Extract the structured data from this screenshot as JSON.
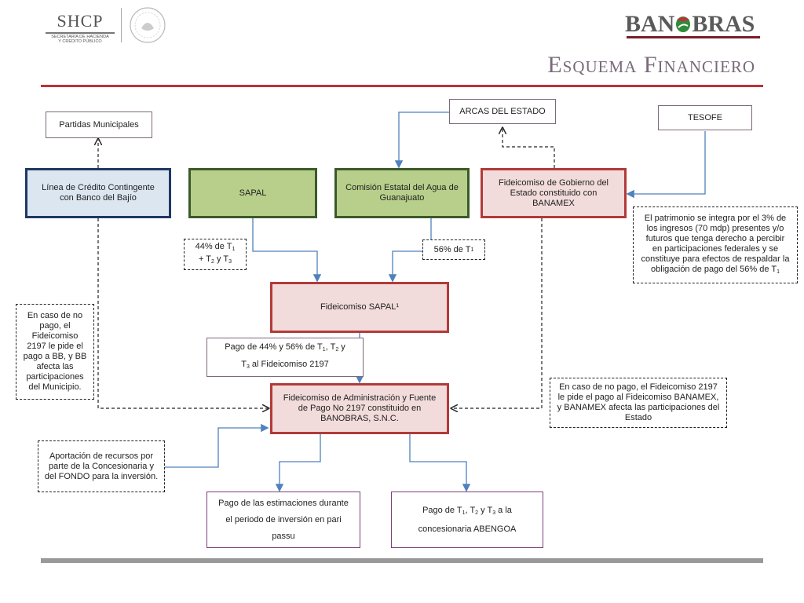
{
  "header": {
    "shcp_logo": "SHCP",
    "shcp_line1": "SECRETARÍA DE HACIENDA",
    "shcp_line2": "Y CRÉDITO PÚBLICO",
    "banobras_logo_left": "BAN",
    "banobras_logo_right": "BRAS",
    "title": "Esquema Financiero"
  },
  "colors": {
    "red_rule": "#c0303a",
    "blue_box": "#dce6f1",
    "green_box": "#b7cf8a",
    "pink_box": "#f2dcdb",
    "arrow_blue": "#4f81bd",
    "bottom_bar": "#999999"
  },
  "nodes": {
    "partidas": "Partidas Municipales",
    "arcas": "ARCAS DEL ESTADO",
    "tesofe": "TESOFE",
    "linea_credito": "Línea de Crédito Contingente con Banco del Bajío",
    "sapal": "SAPAL",
    "comision": "Comisión Estatal del Agua de Guanajuato",
    "fid_gobierno": "Fideicomiso de Gobierno del Estado constituido con BANAMEX",
    "fid_sapal": "Fideicomiso SAPAL¹",
    "fid_admin": "Fideicomiso de Administración y Fuente de Pago No 2197 constituido en BANOBRAS, S.N.C.",
    "pago_estimaciones": "Pago de las estimaciones durante el periodo de inversión en pari passu",
    "pago_t_pre": "Pago de T",
    "pago_t_mid1": ", T",
    "pago_t_mid2": " y T",
    "pago_t_post": " a la concesionaria ABENGOA"
  },
  "notes": {
    "pct44_a": "44% de T",
    "pct44_b": "+ T",
    "pct44_c": " y T",
    "pct56": "56% de T",
    "pago_pct_a": "Pago de 44%  y 56% de T",
    "pago_pct_b": ", T",
    "pago_pct_c": " y",
    "pago_pct_d": "T",
    "pago_pct_e": " al Fideicomiso 2197",
    "patrimonio": "El patrimonio se integra por el 3% de los ingresos (70 mdp) presentes y/o futuros que tenga derecho a percibir en participaciones federales y se constituye para efectos de respaldar la obligación de pago del 56% de T",
    "caso_municipio": "En caso de no pago, el Fideicomiso 2197 le pide el pago a BB,  y BB afecta las participaciones del Municipio.",
    "caso_estado": "En caso de no pago, el Fideicomiso 2197 le pide el pago al Fideicomiso BANAMEX, y BANAMEX afecta las participaciones del Estado",
    "aportacion": "Aportación de recursos por parte de la Concesionaria y del FONDO para la inversión."
  },
  "subscripts": {
    "one": "1",
    "two": "2",
    "three": "3"
  }
}
